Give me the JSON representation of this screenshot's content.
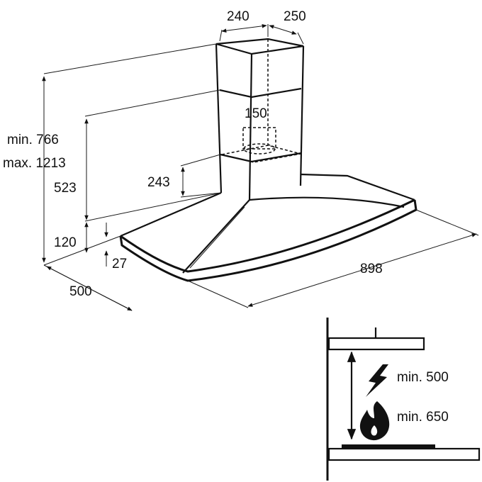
{
  "dimensions": {
    "chimney_width": "240",
    "chimney_depth": "250",
    "total_height_min": "min. 766",
    "total_height_max": "max. 1213",
    "chimney_height": "523",
    "outlet_diameter": "150",
    "lower_chimney_height": "243",
    "canopy_height": "120",
    "edge_thickness": "27",
    "depth": "500",
    "width": "898"
  },
  "installation": {
    "electric_hob_distance": "min. 500",
    "gas_hob_distance": "min. 650",
    "icons": [
      "lightning-icon",
      "flame-icon"
    ]
  },
  "colors": {
    "line": "#111111",
    "background": "#ffffff"
  }
}
